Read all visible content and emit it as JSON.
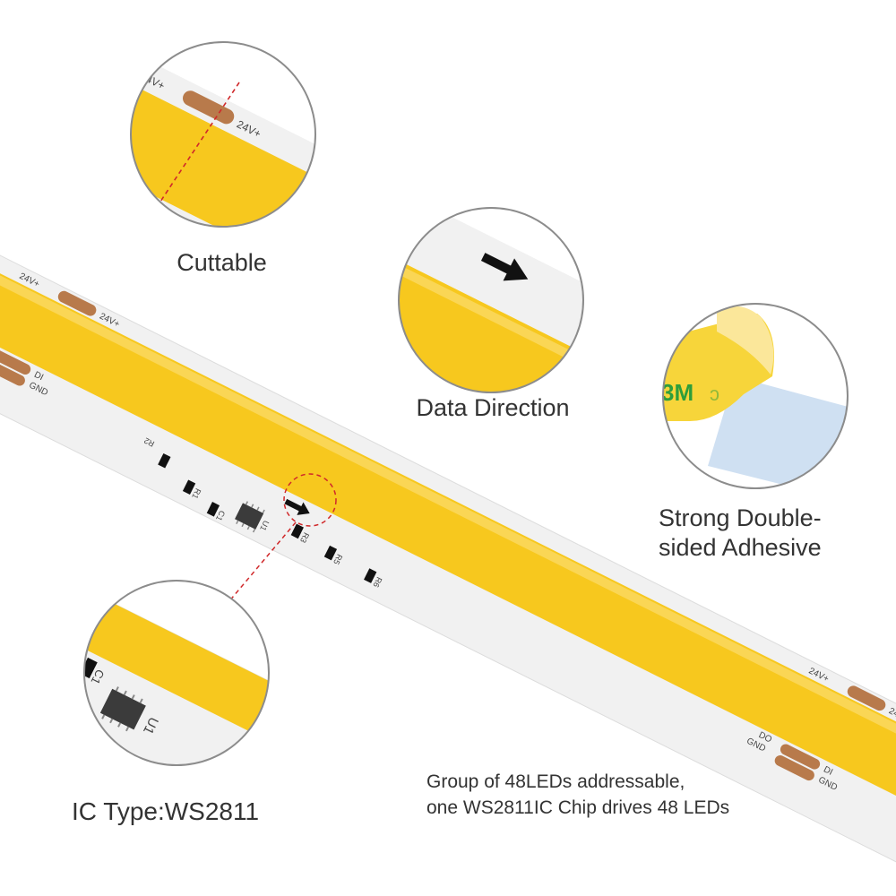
{
  "captions": {
    "cuttable": "Cuttable",
    "data_direction": "Data Direction",
    "adhesive_line1": "Strong Double-",
    "adhesive_line2": "sided Adhesive",
    "ic_type": "IC Type:WS2811",
    "group_line1": "Group of 48LEDs addressable,",
    "group_line2": "one WS2811IC Chip drives 48 LEDs"
  },
  "strip_labels": {
    "pad_plus_left": "24V+",
    "pad_plus_right": "24V+",
    "do": "DO",
    "gnd_out": "GND",
    "di": "DI",
    "gnd_in": "GND",
    "r1": "R1",
    "r2": "R2",
    "r3": "R3",
    "r5": "R5",
    "r6": "R6",
    "c1": "C1",
    "u1": "U1"
  },
  "adhesive": {
    "brand": "3M"
  },
  "colors": {
    "strip_yellow": "#f7c81e",
    "strip_pcb": "#f1f1f1",
    "copper_pad": "#b87a4b",
    "cut_line": "#d0282a",
    "circle_border": "#8c8c8c",
    "brand_green": "#2e9e3a",
    "liner_blue": "#cfe0f2"
  }
}
